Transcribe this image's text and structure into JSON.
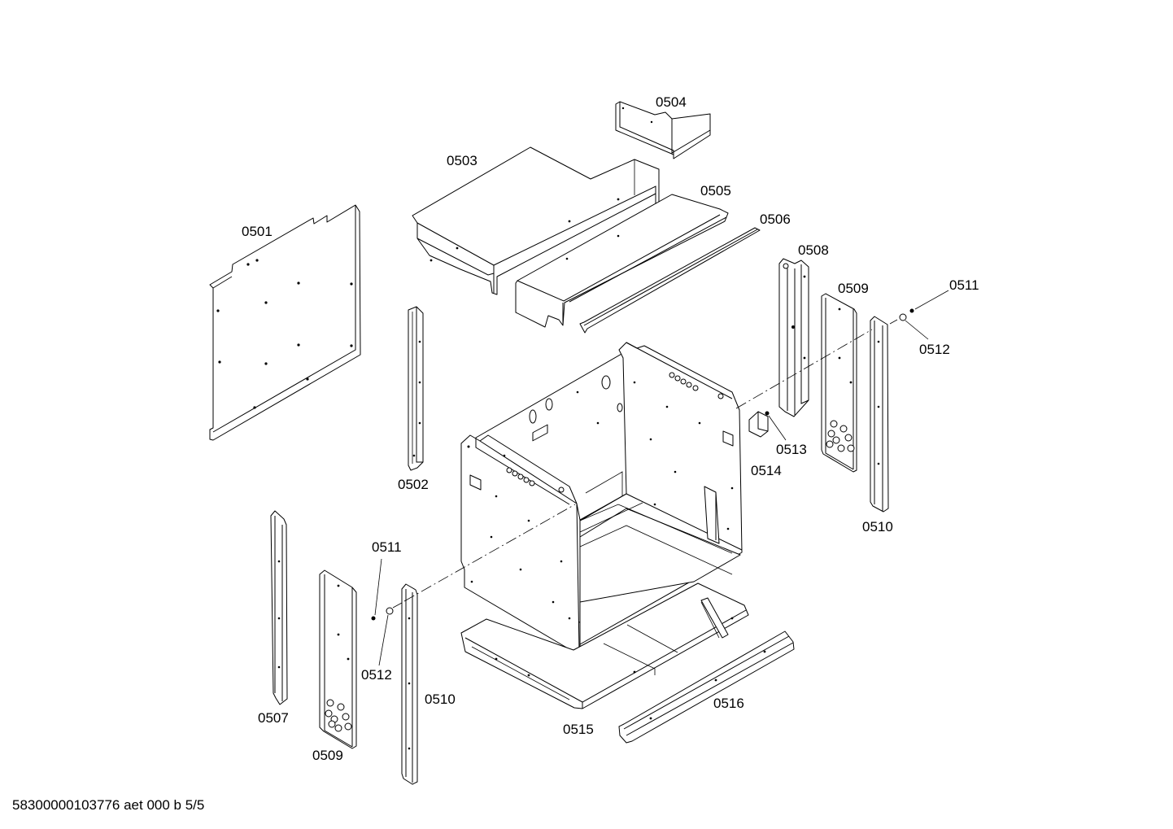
{
  "document": {
    "id_text": "58300000103776 aet 000 b 5/5"
  },
  "part_labels": {
    "p0501": "0501",
    "p0502": "0502",
    "p0503": "0503",
    "p0504": "0504",
    "p0505": "0505",
    "p0506": "0506",
    "p0507": "0507",
    "p0508": "0508",
    "p0509_right": "0509",
    "p0509_left": "0509",
    "p0510_right": "0510",
    "p0510_left": "0510",
    "p0511_right": "0511",
    "p0511_left": "0511",
    "p0512_right": "0512",
    "p0512_left": "0512",
    "p0513": "0513",
    "p0514": "0514",
    "p0515": "0515",
    "p0516": "0516"
  }
}
